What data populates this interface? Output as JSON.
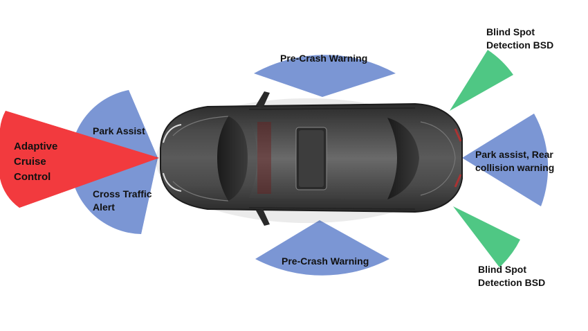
{
  "colors": {
    "blue_zone": "#7b96d4",
    "red_zone": "#f23a3e",
    "green_zone": "#4fc784",
    "car_body": "#3a3a3a"
  },
  "labels": {
    "adaptive_cruise": [
      "Adaptive",
      "Cruise",
      "Control"
    ],
    "park_assist_front": "Park Assist",
    "cross_traffic": [
      "Cross Traffic",
      "Alert"
    ],
    "pre_crash_top": "Pre-Crash Warning",
    "pre_crash_bottom": "Pre-Crash Warning",
    "bsd_top": [
      "Blind Spot",
      "Detection BSD"
    ],
    "bsd_bottom": [
      "Blind Spot",
      "Detection BSD"
    ],
    "park_assist_rear": [
      "Park assist, Rear",
      "collision warning"
    ]
  },
  "icons": {
    "car": "car-top-view-icon"
  }
}
